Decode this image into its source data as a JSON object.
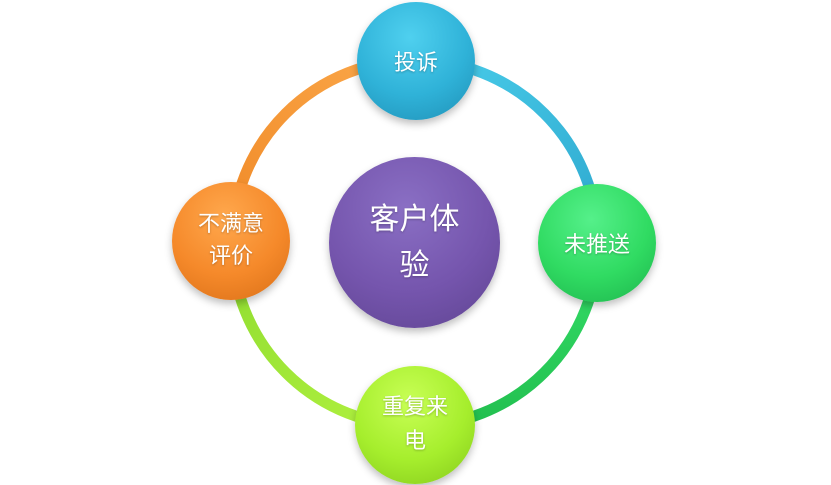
{
  "diagram": {
    "center": {
      "label": "客户体\n验",
      "color": "#7555ad"
    },
    "nodes": [
      {
        "id": "top",
        "label": "投诉",
        "color": "#2fb2d8"
      },
      {
        "id": "right",
        "label": "未推送",
        "color": "#30db62"
      },
      {
        "id": "bottom",
        "label": "重复来\n电",
        "color": "#a6ee2d"
      },
      {
        "id": "left",
        "label": "不满意\n评价",
        "color": "#f5892a"
      }
    ],
    "ring_colors": {
      "top_right": "#3cc3e0",
      "bottom_right": "#2fd35e",
      "bottom_left": "#9fe63a",
      "top_left": "#f59a35"
    }
  }
}
